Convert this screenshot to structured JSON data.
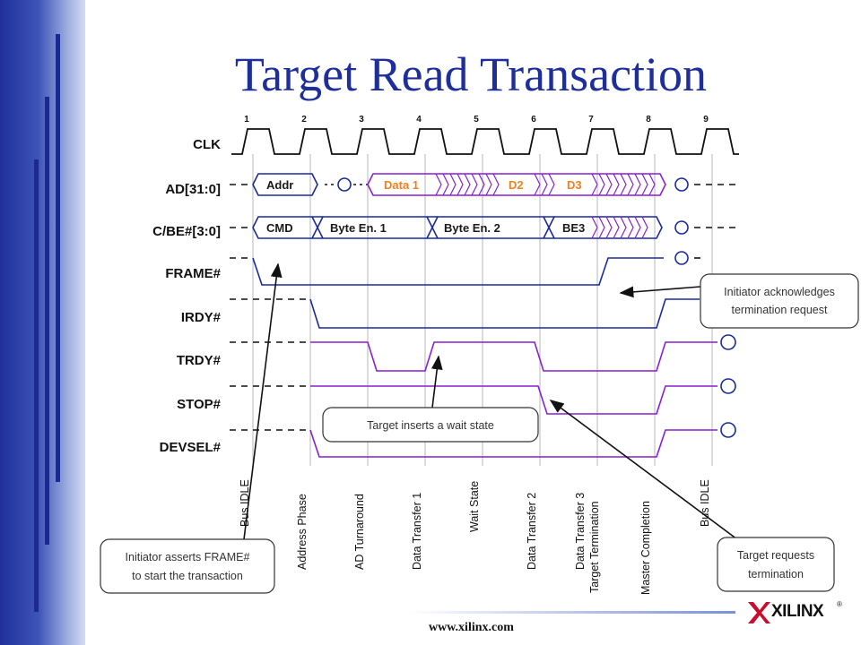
{
  "slide": {
    "title": "Target Read Transaction",
    "url": "www.xilinx.com",
    "logo_text": "XILINX",
    "logo_reg": "®"
  },
  "clock_numbers": [
    "1",
    "2",
    "3",
    "4",
    "5",
    "6",
    "7",
    "8",
    "9"
  ],
  "signals": {
    "clk": "CLK",
    "ad": "AD[31:0]",
    "cbe": "C/BE#[3:0]",
    "frame": "FRAME#",
    "irdy": "IRDY#",
    "trdy": "TRDY#",
    "stop": "STOP#",
    "devsel": "DEVSEL#"
  },
  "bus": {
    "addr": "Addr",
    "data1": "Data 1",
    "d2": "D2",
    "d3": "D3",
    "cmd": "CMD",
    "be1": "Byte En. 1",
    "be2": "Byte En. 2",
    "be3": "BE3"
  },
  "phases": {
    "bus_idle_1": "Bus IDLE",
    "address_phase": "Address Phase",
    "ad_turnaround": "AD Turnaround",
    "data_transfer_1": "Data Transfer 1",
    "wait_state": "Wait State",
    "data_transfer_2": "Data Transfer 2",
    "data_transfer_3": "Data Transfer 3",
    "target_termination": "Target Termination",
    "master_completion": "Master Completion",
    "bus_idle_2": "Bus IDLE"
  },
  "callouts": {
    "initiator_ack_l1": "Initiator acknowledges",
    "initiator_ack_l2": "termination request",
    "wait_state": "Target inserts a wait state",
    "frame_start_l1": "Initiator asserts FRAME#",
    "frame_start_l2": "to start the transaction",
    "target_term_l1": "Target requests",
    "target_term_l2": "termination"
  },
  "colors": {
    "title": "#1f2f9a",
    "target_signal": "#8a1fd0",
    "initiator_signal": "#1a2a9a",
    "bus_label_highlight": "#f08020"
  }
}
